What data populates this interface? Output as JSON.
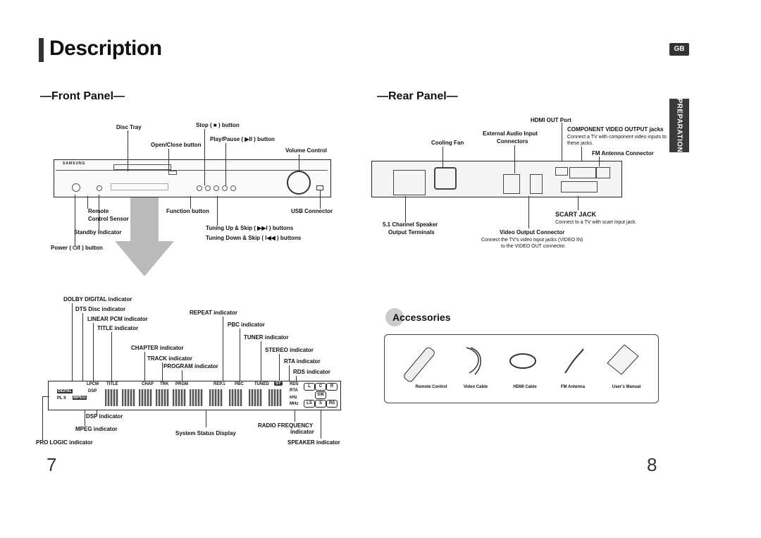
{
  "header": {
    "title": "Description",
    "lang_badge": "GB",
    "side_tab": "PREPARATION"
  },
  "front": {
    "heading": "—Front Panel—",
    "labels": {
      "disc_tray": "Disc Tray",
      "stop": "Stop ( ■ ) button",
      "play_pause": "Play/Pause ( ▶II ) button",
      "open_close": "Open/Close button",
      "volume": "Volume Control",
      "remote_sensor_1": "Remote",
      "remote_sensor_2": "Control Sensor",
      "function": "Function button",
      "usb": "USB Connector",
      "standby": "Standby indicator",
      "tuning_up": "Tuning Up & Skip ( ▶▶I ) buttons",
      "tuning_down": "Tuning Down & Skip ( I◀◀ ) buttons",
      "power": "Power ( ⏻/I ) button"
    },
    "device_brand": "SAMSUNG"
  },
  "rear": {
    "heading": "—Rear Panel—",
    "labels": {
      "hdmi_out": "HDMI OUT Port",
      "ext_audio_1": "External Audio Input",
      "ext_audio_2": "Connectors",
      "component": "COMPONENT VIDEO OUTPUT jacks",
      "component_desc_1": "Connect a TV with component video inputs to",
      "component_desc_2": "these jacks.",
      "cooling": "Cooling Fan",
      "fm": "FM Antenna Connector",
      "scart": "SCART JACK",
      "scart_desc": "Connect to a TV with scart input jack.",
      "speaker_1": "5.1 Channel Speaker",
      "speaker_2": "Output Terminals",
      "video_out": "Video Output Connector",
      "video_desc_1": "Connect the TV's video input jacks (VIDEO IN)",
      "video_desc_2": "to the VIDEO OUT connector."
    }
  },
  "display": {
    "labels": {
      "dolby": "DOLBY DIGITAL indicator",
      "dts": "DTS Disc indicator",
      "lpcm": "LINEAR PCM indicator",
      "title": "TITLE indicator",
      "repeat": "REPEAT indicator",
      "pbc": "PBC indicator",
      "tuner": "TUNER indicator",
      "chapter": "CHAPTER indicator",
      "stereo": "STEREO indicator",
      "track": "TRACK indicator",
      "rta": "RTA indicator",
      "program": "PROGRAM indicator",
      "rds": "RDS indicator",
      "dsp": "DSP indicator",
      "radio_freq_1": "RADIO FREQUENCY",
      "radio_freq_2": "indicator",
      "mpeg": "MPEG indicator",
      "system_status": "System Status Display",
      "pro_logic": "PRO LOGIC indicator",
      "speaker": "SPEAKER indicator"
    },
    "panel_text": {
      "lpcm": "LPCM",
      "title": "TITLE",
      "chap": "CHAP",
      "trk": "TRK",
      "prgm": "PRGM",
      "rep": "REP.1",
      "pbc": "PBC",
      "tuned": "TUNED",
      "st": "ST",
      "rds": "RDS",
      "rta": "RTA",
      "khz": "kHz",
      "mhz": "MHz",
      "digital": "DIGITAL",
      "dsp": "DSP",
      "pl2": "PL II",
      "mpeg": "MPEG",
      "spk_l": "L",
      "spk_c": "C",
      "spk_r": "R",
      "spk_sw": "SW",
      "spk_ls": "LS",
      "spk_s": "S",
      "spk_rs": "RS"
    }
  },
  "accessories": {
    "title": "Accessories",
    "items": [
      "Remote Control",
      "Video Cable",
      "HDMI Cable",
      "FM Antenna",
      "User's Manual"
    ]
  },
  "pages": {
    "left": "7",
    "right": "8"
  }
}
